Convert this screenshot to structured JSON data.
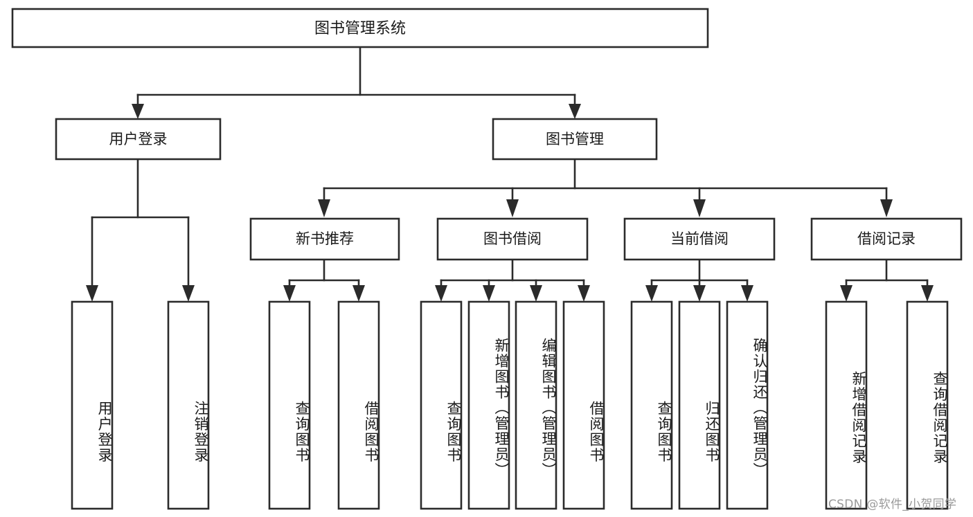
{
  "diagram": {
    "type": "hierarchy-tree",
    "title": "图书管理系统",
    "root": {
      "label": "图书管理系统"
    },
    "level1": [
      {
        "label": "用户登录"
      },
      {
        "label": "图书管理"
      }
    ],
    "level2": [
      {
        "label": "新书推荐"
      },
      {
        "label": "图书借阅"
      },
      {
        "label": "当前借阅"
      },
      {
        "label": "借阅记录"
      }
    ],
    "leaves": {
      "user_login": [
        {
          "label": "用户登录"
        },
        {
          "label": "注销登录"
        }
      ],
      "new_book_recommend": [
        {
          "label": "查询图书"
        },
        {
          "label": "借阅图书"
        }
      ],
      "book_borrow": [
        {
          "label": "查询图书"
        },
        {
          "label": "新增图书（管理员）"
        },
        {
          "label": "编辑图书（管理员）"
        },
        {
          "label": "借阅图书"
        }
      ],
      "current_borrow": [
        {
          "label": "查询图书"
        },
        {
          "label": "归还图书"
        },
        {
          "label": "确认归还（管理员）"
        }
      ],
      "borrow_record": [
        {
          "label": "新增借阅记录"
        },
        {
          "label": "查询借阅记录"
        }
      ]
    }
  },
  "watermark": {
    "text": "CSDN @软件_小贺同学"
  },
  "colors": {
    "stroke": "#2b2b2b",
    "fill": "#ffffff",
    "text": "#1a1a1a",
    "watermark": "#9a9a9a"
  }
}
